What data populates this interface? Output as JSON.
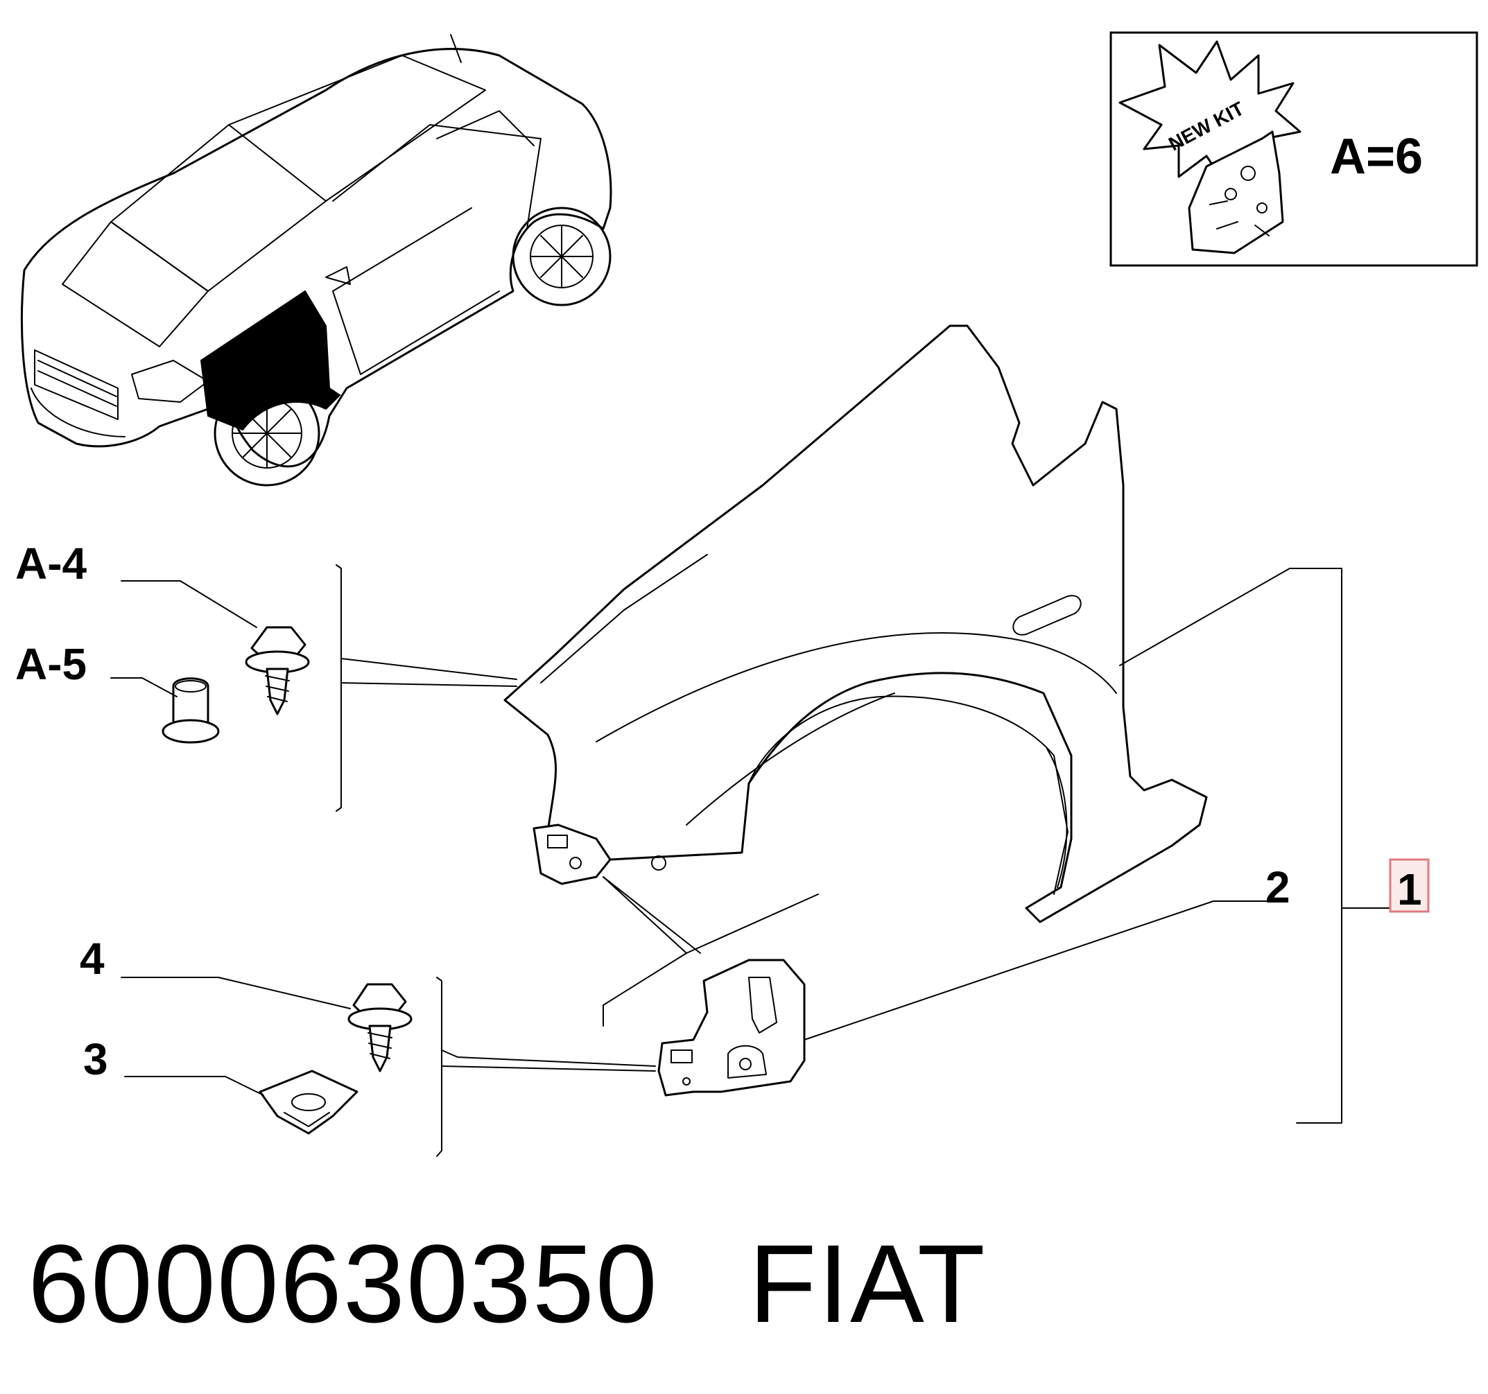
{
  "callouts": {
    "a4": "A-4",
    "a5": "A-5",
    "c4": "4",
    "c3": "3",
    "c2": "2",
    "c1": "1"
  },
  "kit": {
    "burst_text": "NEW KIT",
    "quantity": "A=6"
  },
  "footer": {
    "part_number": "6000630350",
    "brand": "FIAT"
  },
  "colors": {
    "highlight_box": "#e07a80",
    "highlight_fill": "#fbeaea",
    "ink": "#000000"
  }
}
